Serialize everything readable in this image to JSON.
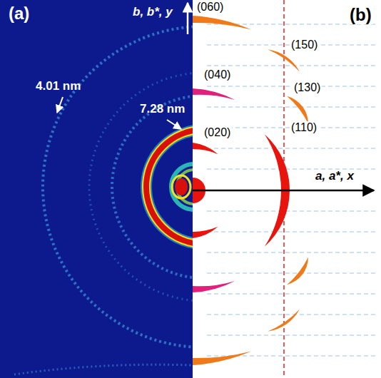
{
  "diagram": {
    "labels": [
      "(a)",
      "b, b*, y",
      "7.28 nm",
      "4.01 nm",
      "(b)",
      "(060)",
      "(150)",
      "(040)",
      "(130)",
      "(020)",
      "(110)",
      "a, a*, x"
    ]
  }
}
